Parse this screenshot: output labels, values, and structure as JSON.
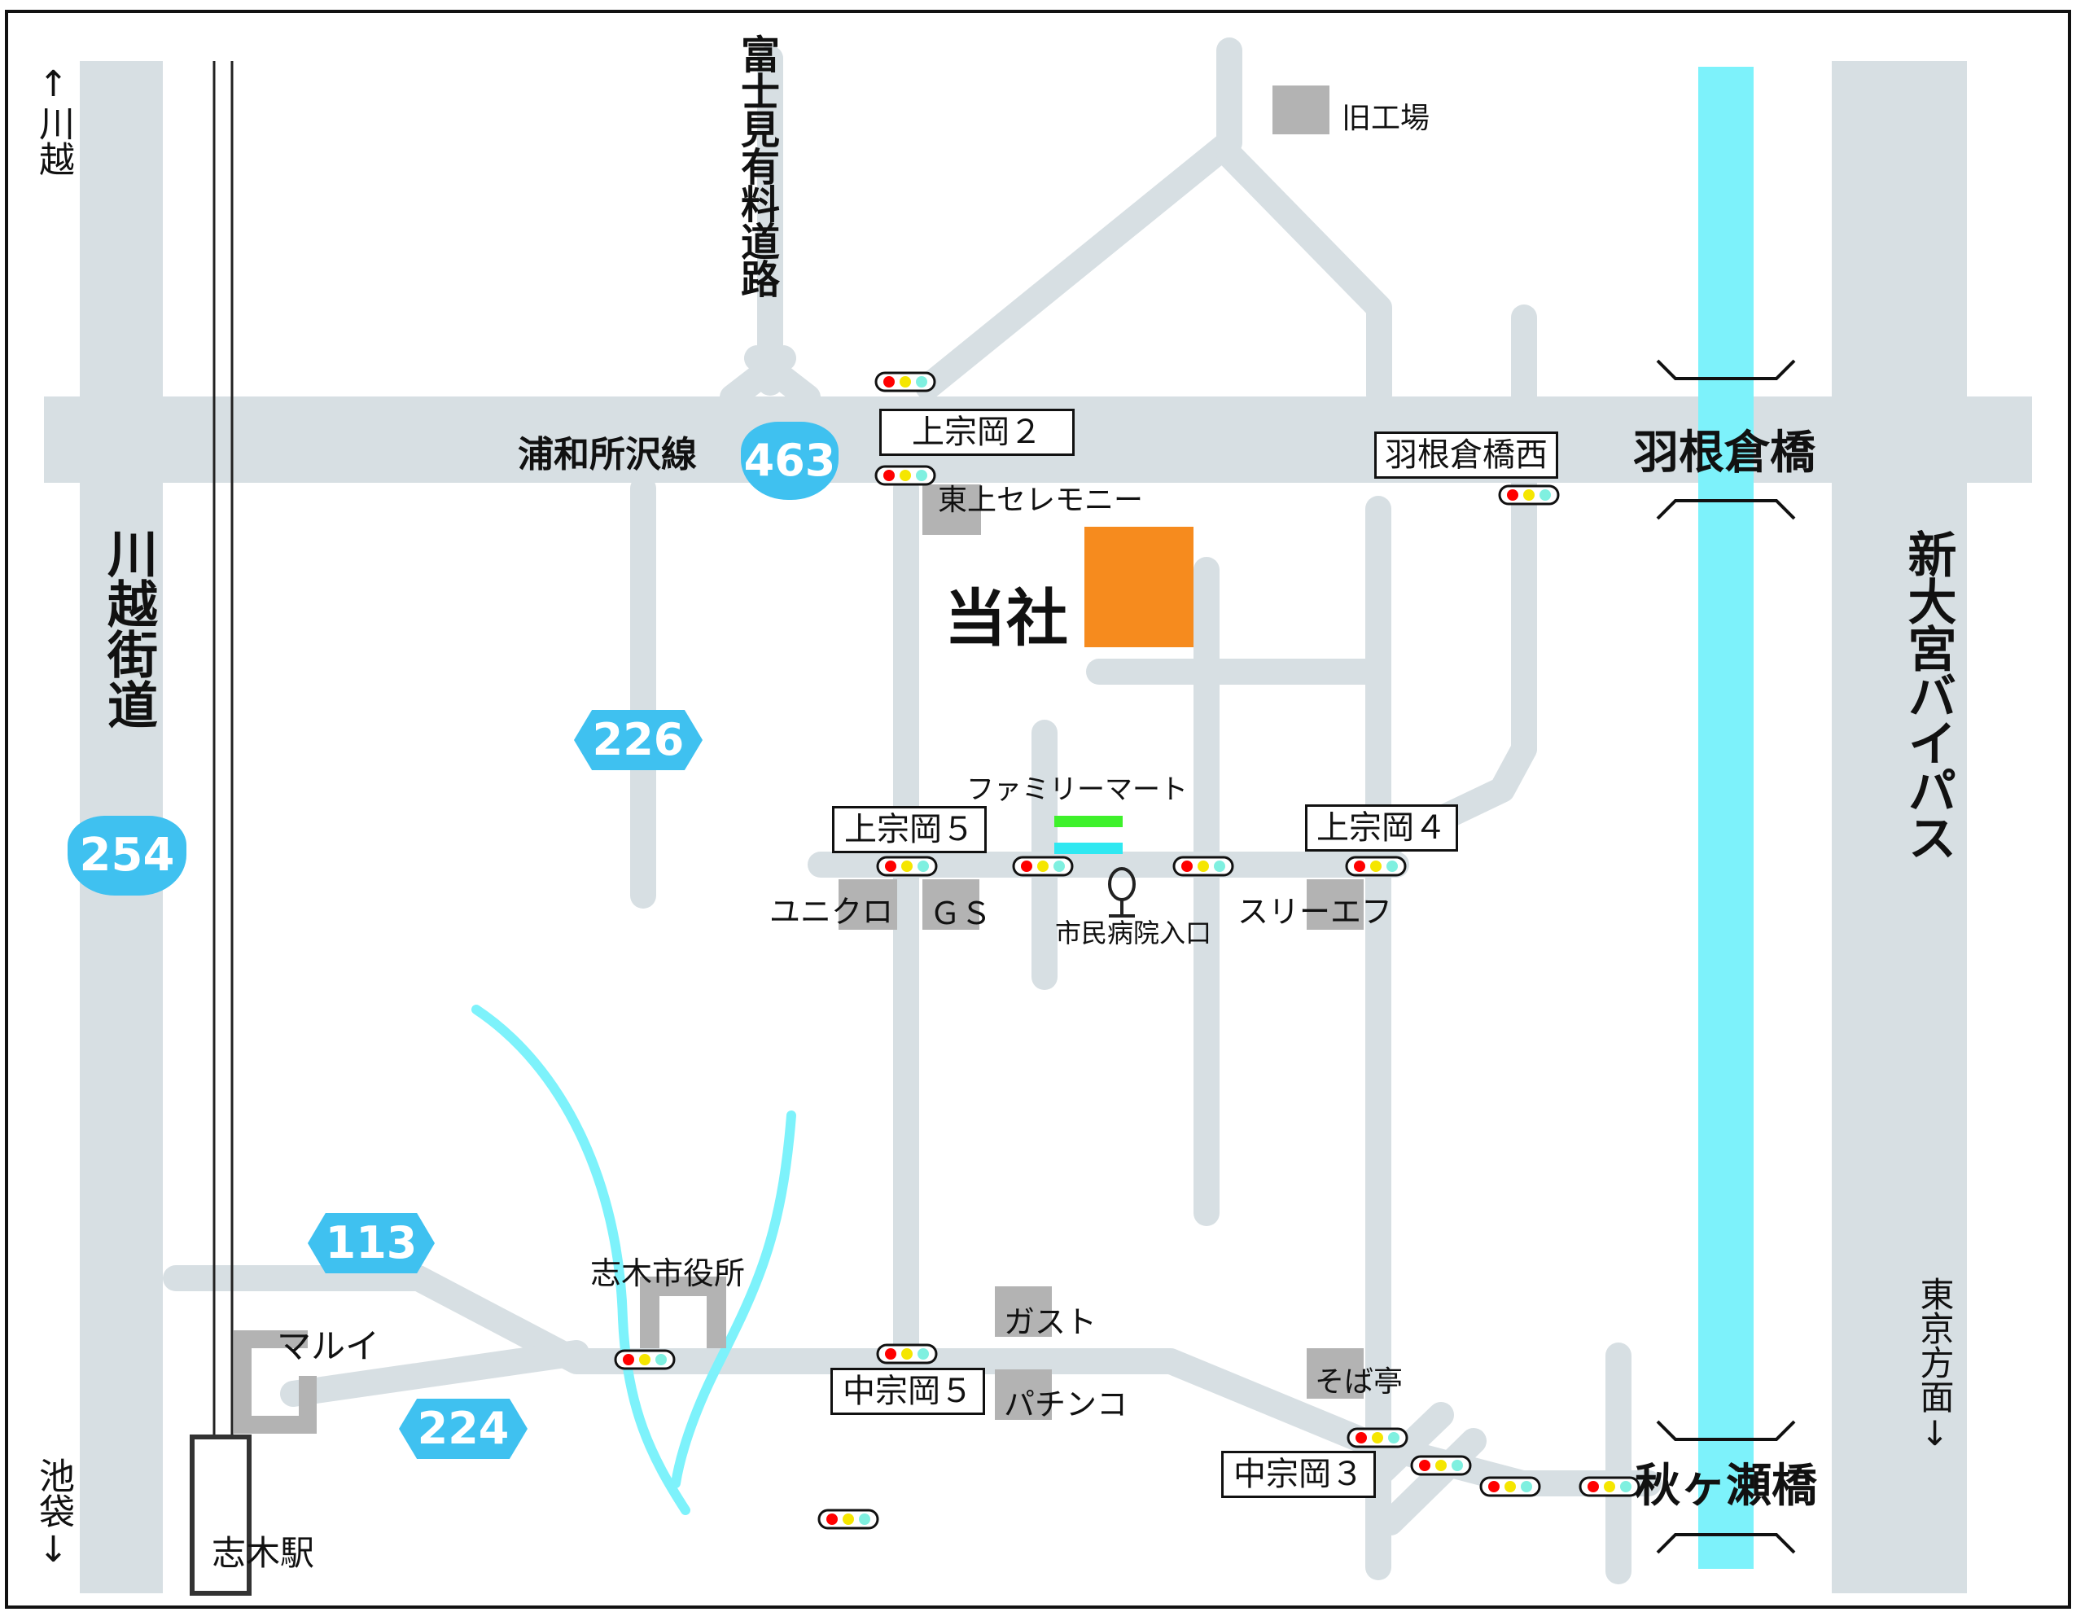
{
  "colors": {
    "road": "#d7dfe3",
    "river": "#7df2fb",
    "building": "#b3b3b3",
    "company": "#f68b1e",
    "route_shield": "#3fc1f0",
    "fami_green": "#3ef12b",
    "fami_cyan": "#2fe8f1",
    "signal_red": "#ff0000",
    "signal_yellow": "#f5e600",
    "signal_teal": "#7ff0e0"
  },
  "labels": {
    "company": "当社",
    "fujimi_road": "富士見有料道路",
    "urawa_line": "浦和所沢線",
    "kawagoe_kaido": "川越街道",
    "shin_omiya_bypass": "新大宮バイパス",
    "hanekura_bridge": "羽根倉橋",
    "akigase_bridge": "秋ヶ瀬橋",
    "to_kawagoe": "↑川越",
    "to_ikebukuro": "池袋↓",
    "to_tokyo": "東京方面↓",
    "old_factory": "旧工場",
    "tojo_ceremony": "東上セレモニー",
    "family_mart": "ファミリーマート",
    "uniqlo": "ユニクロ",
    "gas_station": "ＧＳ",
    "hospital_entrance": "市民病院入口",
    "three_f": "スリーエフ",
    "city_hall": "志木市役所",
    "marui": "マルイ",
    "gusto": "ガスト",
    "pachinko": "パチンコ",
    "soba_tei": "そば亭",
    "shiki_station": "志木駅"
  },
  "intersections": {
    "kamimuneoka2": "上宗岡２",
    "hanekurabashi_nishi": "羽根倉橋西",
    "kamimuneoka5": "上宗岡５",
    "kamimuneoka4": "上宗岡４",
    "nakamuneoka5": "中宗岡５",
    "nakamuneoka3": "中宗岡３"
  },
  "routes": {
    "r463": "463",
    "r226": "226",
    "r254": "254",
    "r113": "113",
    "r224": "224"
  }
}
